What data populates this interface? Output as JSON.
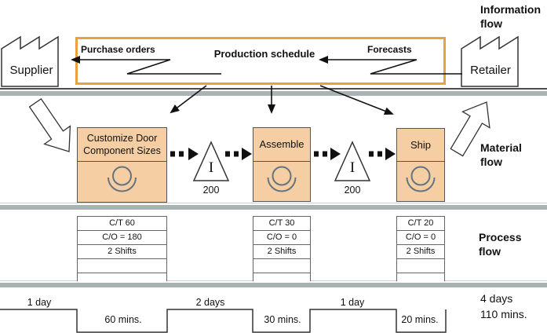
{
  "title_labels": {
    "information_flow": "Information flow",
    "material_flow": "Material flow",
    "process_flow": "Process flow"
  },
  "entities": {
    "supplier": "Supplier",
    "retailer": "Retailer"
  },
  "information": {
    "purchase_orders": "Purchase orders",
    "production_schedule": "Production schedule",
    "forecasts": "Forecasts"
  },
  "processes": [
    {
      "name": "Customize Door Component Sizes",
      "data_rows": [
        "C/T 60",
        "C/O = 180",
        "2 Shifts"
      ]
    },
    {
      "name": "Assemble",
      "data_rows": [
        "C/T 30",
        "C/O = 0",
        "2 Shifts"
      ]
    },
    {
      "name": "Ship",
      "data_rows": [
        "C/T 20",
        "C/O = 0",
        "2 Shifts"
      ]
    }
  ],
  "inventory": {
    "symbol": "I",
    "buffers": [
      "200",
      "200"
    ]
  },
  "timeline": {
    "lead_times": [
      "1 day",
      "2 days",
      "1 day"
    ],
    "process_times": [
      "60 mins.",
      "30 mins.",
      "20 mins."
    ],
    "total_lead_time": "4 days",
    "total_process_time": "110 mins."
  },
  "colors": {
    "process_fill": "#f5cfa3",
    "schedule_border": "#e8a23c",
    "band": "#a9b3b3",
    "operator_icon": "#64737f"
  }
}
